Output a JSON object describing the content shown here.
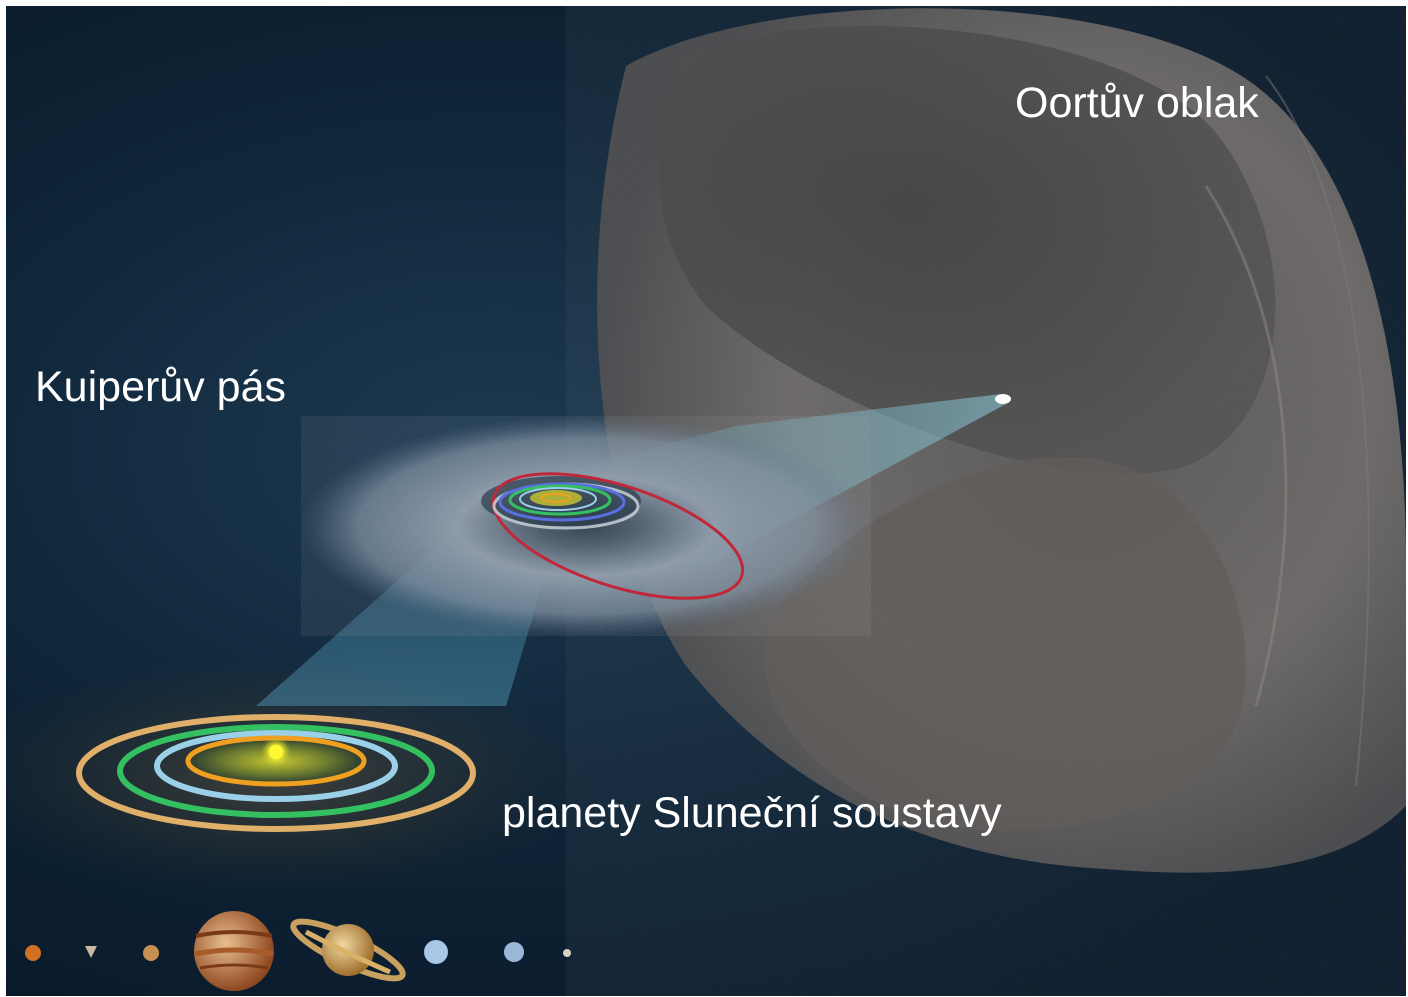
{
  "labels": {
    "oort_cloud": "Oortův oblak",
    "kuiper_belt": "Kuiperův pás",
    "solar_planets": "planety Sluneční soustavy"
  },
  "colors": {
    "background": "#0d2133",
    "oort_shell": "#6e6a68",
    "kuiper_dust": "#aab8c8",
    "beam": "#5fa8c0",
    "sun": "#f6f23a",
    "orbit_outer": "#e0b06a",
    "orbit_green": "#34c060",
    "orbit_cyan": "#9ad0e8",
    "orbit_inner": "#f0a020",
    "eccentric_orbit": "#c0283a"
  },
  "planets": [
    {
      "name": "mercury-icon",
      "color": "#d07020"
    },
    {
      "name": "venus-icon",
      "color": "#c8b8a0"
    },
    {
      "name": "earth-icon",
      "color": "#c89050"
    },
    {
      "name": "jupiter-icon",
      "color": "#c07840"
    },
    {
      "name": "saturn-icon",
      "color": "#d8b068"
    },
    {
      "name": "uranus-icon",
      "color": "#a8c8e8"
    },
    {
      "name": "neptune-icon",
      "color": "#9ab8d8"
    },
    {
      "name": "pluto-icon",
      "color": "#d8d0c0"
    }
  ]
}
